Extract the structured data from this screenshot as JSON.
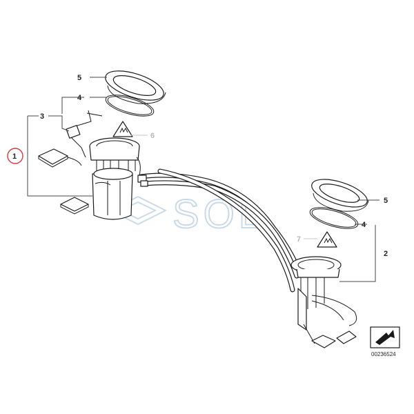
{
  "callouts": {
    "c1": "1",
    "c2": "2",
    "c3": "3",
    "c4_left": "4",
    "c4_right": "4",
    "c5_left": "5",
    "c5_right": "5",
    "c6": "6",
    "c7": "7"
  },
  "watermark": "SOL",
  "part_number": "00236524",
  "colors": {
    "line": "#1a1a1a",
    "callout_highlight": "#d33a3a",
    "faded": "#b8b8b8",
    "watermark": "#b9cde0"
  }
}
